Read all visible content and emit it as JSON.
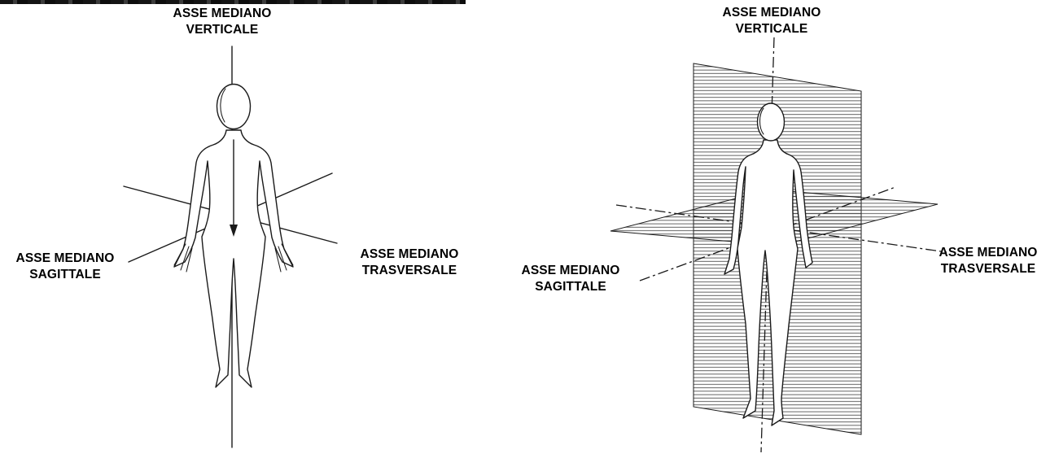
{
  "colors": {
    "line": "#1a1a1a",
    "hatch": "#3c3c3c",
    "text": "#000000",
    "background": "#ffffff"
  },
  "panels": {
    "left": {
      "labels": {
        "vertical": "ASSE MEDIANO VERTICALE",
        "sagittal": "ASSE MEDIANO SAGITTALE",
        "transverse": "ASSE MEDIANO TRASVERSALE"
      }
    },
    "right": {
      "labels": {
        "vertical": "ASSE MEDIANO VERTICALE",
        "sagittal": "ASSE MEDIANO SAGITTALE",
        "transverse": "ASSE MEDIANO TRASVERSALE"
      }
    }
  }
}
